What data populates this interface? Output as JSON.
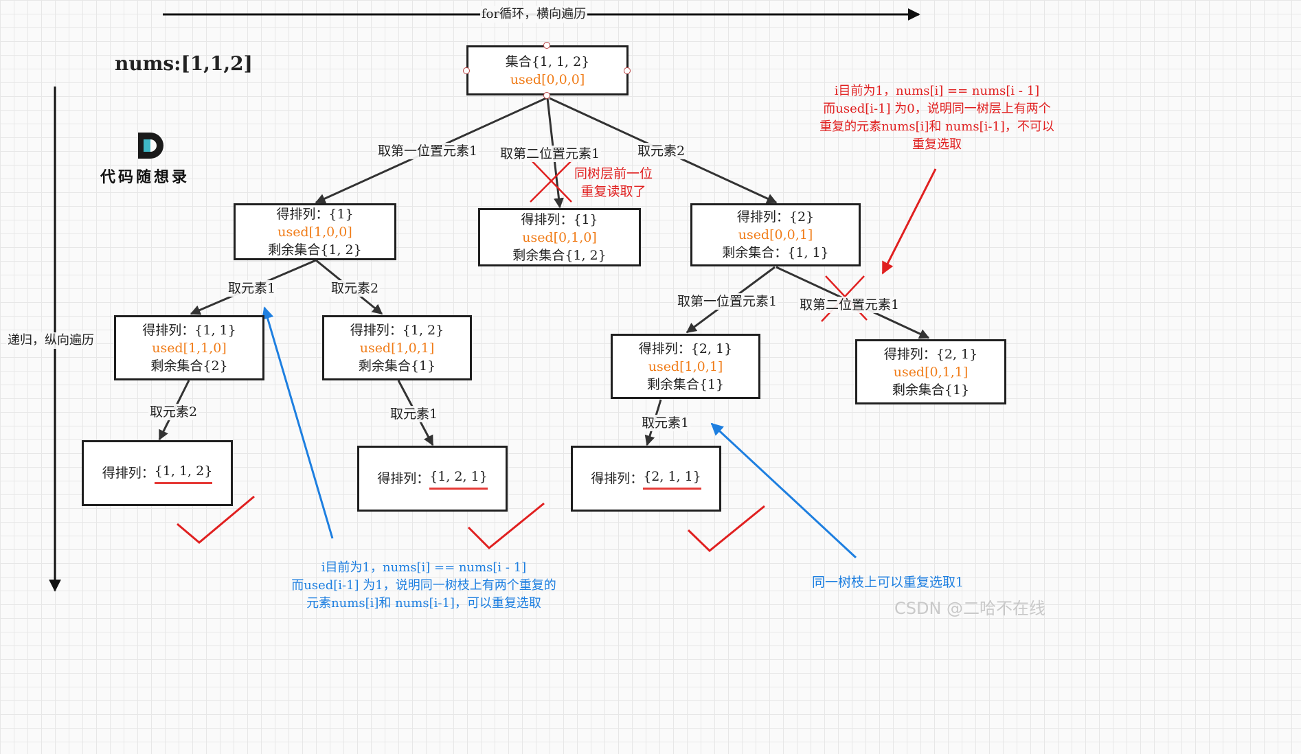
{
  "title": "nums:[1,1,2]",
  "logo": {
    "letter": "D",
    "text": "代码随想录"
  },
  "axis": {
    "horizontal": "for循环，横向遍历",
    "vertical": "递归，纵向遍历"
  },
  "nodes": {
    "root": {
      "line1": "集合{1, 1, 2}",
      "used": "used[0,0,0]"
    },
    "n1": {
      "line1": "得排列：{1}",
      "used": "used[1,0,0]",
      "line3": "剩余集合{1, 2}"
    },
    "n2": {
      "line1": "得排列：{1}",
      "used": "used[0,1,0]",
      "line3": "剩余集合{1, 2}"
    },
    "n3": {
      "line1": "得排列：{2}",
      "used": "used[0,0,1]",
      "line3": "剩余集合：{1, 1}"
    },
    "n11": {
      "line1": "得排列：{1, 1}",
      "used": "used[1,1,0]",
      "line3": "剩余集合{2}"
    },
    "n12": {
      "line1": "得排列：{1, 2}",
      "used": "used[1,0,1]",
      "line3": "剩余集合{1}"
    },
    "n31": {
      "line1": "得排列：{2, 1}",
      "used": "used[1,0,1]",
      "line3": "剩余集合{1}"
    },
    "n32": {
      "line1": "得排列：{2, 1}",
      "used": "used[0,1,1]",
      "line3": "剩余集合{1}"
    },
    "leaf1": {
      "prefix": "得排列：",
      "value": "{1, 1, 2}"
    },
    "leaf2": {
      "prefix": "得排列：",
      "value": "{1, 2, 1}"
    },
    "leaf3": {
      "prefix": "得排列：",
      "value": "{2, 1, 1}"
    }
  },
  "edge_labels": {
    "root_1": "取第一位置元素1",
    "root_2": "取第二位置元素1",
    "root_3": "取元素2",
    "n1_1": "取元素1",
    "n1_2": "取元素2",
    "n11_1": "取元素2",
    "n12_1": "取元素1",
    "n3_1": "取第一位置元素1",
    "n3_2": "取第二位置元素1",
    "n31_1": "取元素1"
  },
  "notes": {
    "pruned_same_layer": [
      "同树层前一位",
      "重复读取了"
    ],
    "red_explain": [
      "i目前为1，nums[i] == nums[i - 1]",
      "而used[i-1] 为0，说明同一树层上有两个",
      "重复的元素nums[i]和 nums[i-1]，不可以",
      "重复选取"
    ],
    "blue_explain": [
      "i目前为1，nums[i] == nums[i - 1]",
      "而used[i-1] 为1，说明同一树枝上有两个重复的",
      "元素nums[i]和 nums[i-1]，可以重复选取"
    ],
    "blue_branch": "同一树枝上可以重复选取1"
  },
  "watermark": "CSDN @二哈不在线",
  "colors": {
    "used": "#f07c18",
    "red": "#e02020",
    "blue": "#1e7fe0",
    "edge": "#333333"
  }
}
